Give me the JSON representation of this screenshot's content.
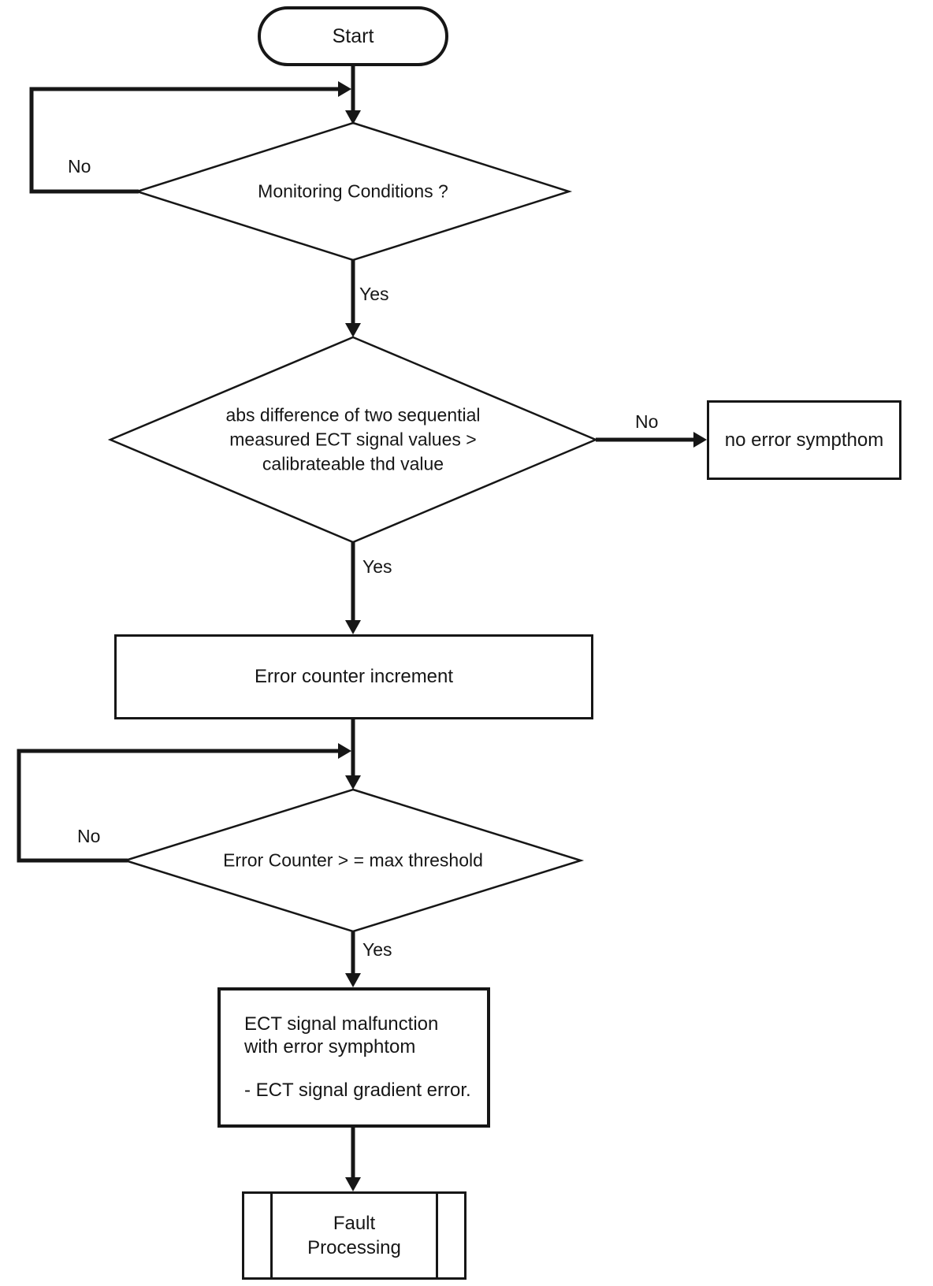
{
  "nodes": {
    "start": {
      "label": "Start"
    },
    "monitoring": {
      "label": "Monitoring Conditions ?"
    },
    "abs_diff": {
      "lines": [
        "abs difference of two sequential",
        "measured ECT signal values >",
        "calibrateable thd value"
      ]
    },
    "no_error": {
      "label": "no error sympthom"
    },
    "counter_increment": {
      "label": "Error counter increment"
    },
    "counter_threshold": {
      "label": "Error Counter > = max threshold"
    },
    "malfunction": {
      "lines": [
        "ECT signal malfunction",
        "with error symphtom",
        "- ECT signal gradient error."
      ]
    },
    "fault": {
      "lines": [
        "Fault",
        "Processing"
      ]
    }
  },
  "edges": {
    "monitoring_no": "No",
    "monitoring_yes": "Yes",
    "abs_diff_no": "No",
    "abs_diff_yes": "Yes",
    "threshold_no": "No",
    "threshold_yes": "Yes"
  },
  "colors": {
    "stroke": "#161616",
    "background": "#ffffff"
  }
}
